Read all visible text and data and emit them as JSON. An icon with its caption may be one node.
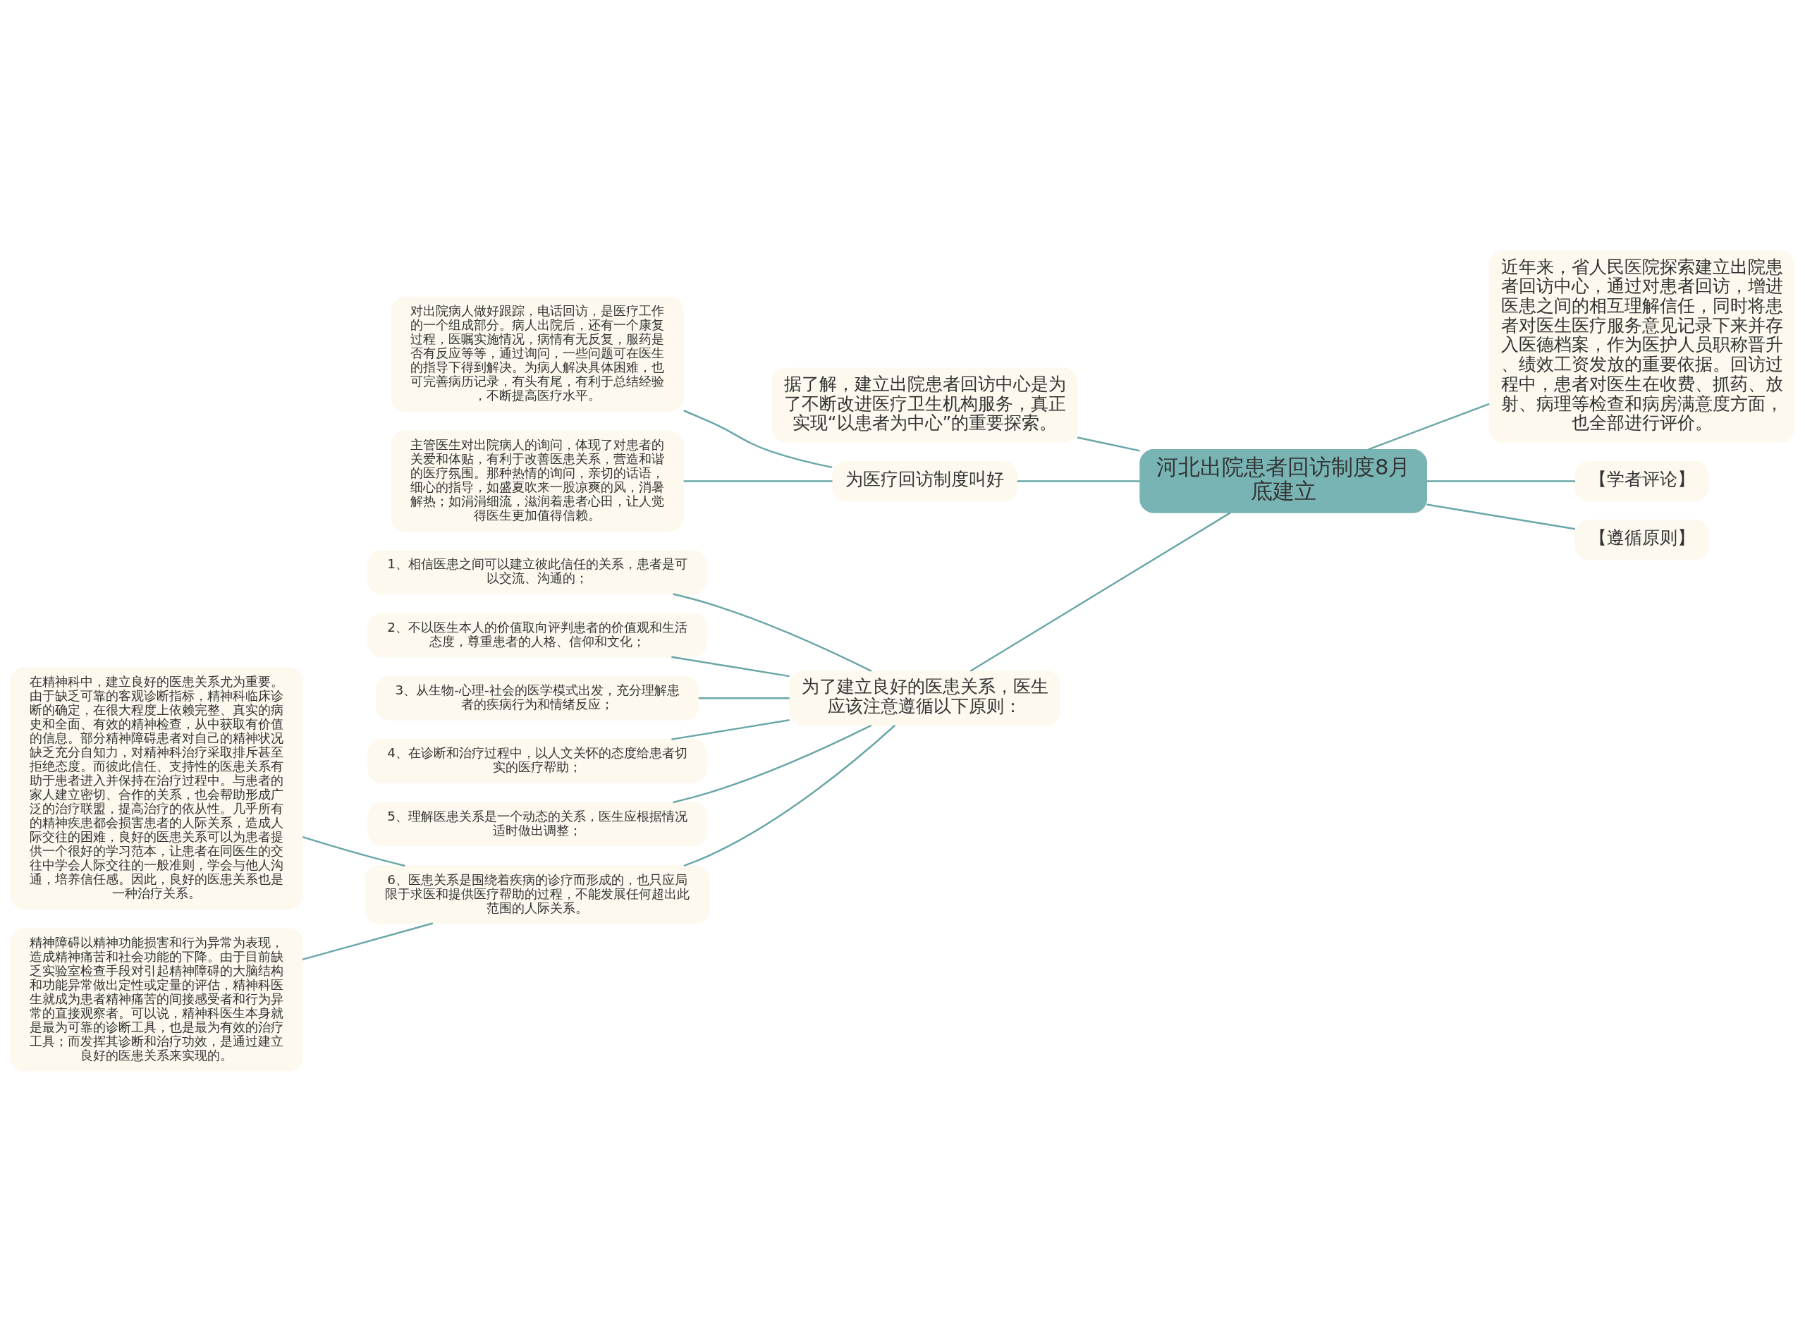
{
  "diagram": {
    "nodes": [
      {
        "text": [
          "河北出院患者回访制度8月底建立"
        ]
      },
      {
        "text": [
          "据了解，建立出院患者回访中心是为了不断改进医疗卫生机构服务，真正实现“以患者为中心”的重要探索。"
        ]
      },
      {
        "text": [
          "为医疗回访制度叫好"
        ]
      },
      {
        "text": [
          "对出院病人做好跟踪，电话回访，是医疗工作的一个组成部分。病人出院后，还有一个康复过程，医嘱实施情况，病情有无反复，服药是否有反应等等，通过询问，一些问题可在医生的指导下得到解决。为病人解决具体困难，也可完善病历记录，有头有尾，有利于总结经验，不断提高医疗水平。"
        ]
      },
      {
        "text": [
          "主管医生对出院病人的询问，体现了对患者的关爱和体贴，有利于改善医患关系，营造和谐的医疗氛围。那种热情的询问，亲切的话语，细心的指导，如盛夏吹来一股凉爽的风，消暑解热；如涓涓细流，滋润着患者心田，让人觉得医生更加值得信赖。"
        ]
      },
      {
        "text": [
          "近年来，省人民医院探索建立出院患者回访中心，通过对患者回访，增进医患之间的相互理解信任，同时将患者对医生医疗服务意见记录下来并存入医德档案，作为医护人员职称晋升、绩效工资发放的重要依据。回访过程中，患者对医生在收费、抓药、放射、病理等检查和病房满意度方面，也全部进行评价。"
        ]
      },
      {
        "text": [
          "【学者评论】"
        ]
      },
      {
        "text": [
          "【遵循原则】"
        ]
      },
      {
        "text": [
          "为了建立良好的医患关系，医生应该注意遵循以下原则："
        ]
      },
      {
        "text": [
          "1、相信医患之间可以建立彼此信任的关系，患者是可以交流、沟通的；"
        ]
      },
      {
        "text": [
          "2、不以医生本人的价值取向评判患者的价值观和生活态度，尊重患者的人格、信仰和文化；"
        ]
      },
      {
        "text": [
          "3、从生物-心理-社会的医学模式出发，充分理解患者的疾病行为和情绪反应；"
        ]
      },
      {
        "text": [
          "4、在诊断和治疗过程中，以人文关怀的态度给患者切实的医疗帮助；"
        ]
      },
      {
        "text": [
          "5、理解医患关系是一个动态的关系，医生应根据情况适时做出调整；"
        ]
      },
      {
        "text": [
          "6、医患关系是围绕着疾病的诊疗而形成的，也只应局限于求医和提供医疗帮助的过程，不能发展任何超出此范围的人际关系。"
        ]
      },
      {
        "text": [
          "在精神科中，建立良好的医患关系尤为重要。由于缺乏可靠的客观诊断指标，精神科临床诊断的确定，在很大程度上依赖完整、真实的病史和全面、有效的精神检查，从中获取有价值的信息。部分精神障碍患者对自己的精神状况缺乏充分自知力，对精神科治疗采取排斥甚至拒绝态度。而彼此信任、支持性的医患关系有助于患者进入并保持在治疗过程中。与患者的家人建立密切、合作的关系，也会帮助形成广泛的治疗联盟，提高治疗的依从性。几乎所有的精神疾患都会损害患者的人际关系，造成人际交往的困难，良好的医患关系可以为患者提供一个很好的学习范本，让患者在同医生的交往中学会人际交往的一般准则，学会与他人沟通，培养信任感。因此，良好的医患关系也是一种治疗关系。"
        ]
      },
      {
        "text": [
          "精神障碍以精神功能损害和行为异常为表现，造成精神痛苦和社会功能的下降。由于目前缺乏实验室检查手段对引起精神障碍的大脑结构和功能异常做出定性或定量的评估，精神科医生就成为患者精神痛苦的间接感受者和行为异常的直接观察者。可以说，精神科医生本身就是最为可靠的诊断工具，也是最为有效的治疗工具；而发挥其诊断和治疗功效，是通过建立良好的医患关系来实现的。"
        ]
      }
    ],
    "edges": [
      {
        "from": 0,
        "to": 1,
        "arrow": "none"
      },
      {
        "from": 0,
        "to": 2,
        "arrow": "none"
      },
      {
        "from": 2,
        "to": 3,
        "arrow": "none"
      },
      {
        "from": 2,
        "to": 4,
        "arrow": "none"
      },
      {
        "from": 0,
        "to": 5,
        "arrow": "none"
      },
      {
        "from": 0,
        "to": 6,
        "arrow": "none"
      },
      {
        "from": 0,
        "to": 7,
        "arrow": "none"
      },
      {
        "from": 0,
        "to": 8,
        "arrow": "none"
      },
      {
        "from": 8,
        "to": 9,
        "arrow": "none"
      },
      {
        "from": 8,
        "to": 10,
        "arrow": "none"
      },
      {
        "from": 8,
        "to": 11,
        "arrow": "none"
      },
      {
        "from": 8,
        "to": 12,
        "arrow": "none"
      },
      {
        "from": 8,
        "to": 13,
        "arrow": "none"
      },
      {
        "from": 8,
        "to": 14,
        "arrow": "none"
      },
      {
        "from": 14,
        "to": 15,
        "arrow": "none"
      },
      {
        "from": 14,
        "to": 16,
        "arrow": "none"
      }
    ]
  }
}
